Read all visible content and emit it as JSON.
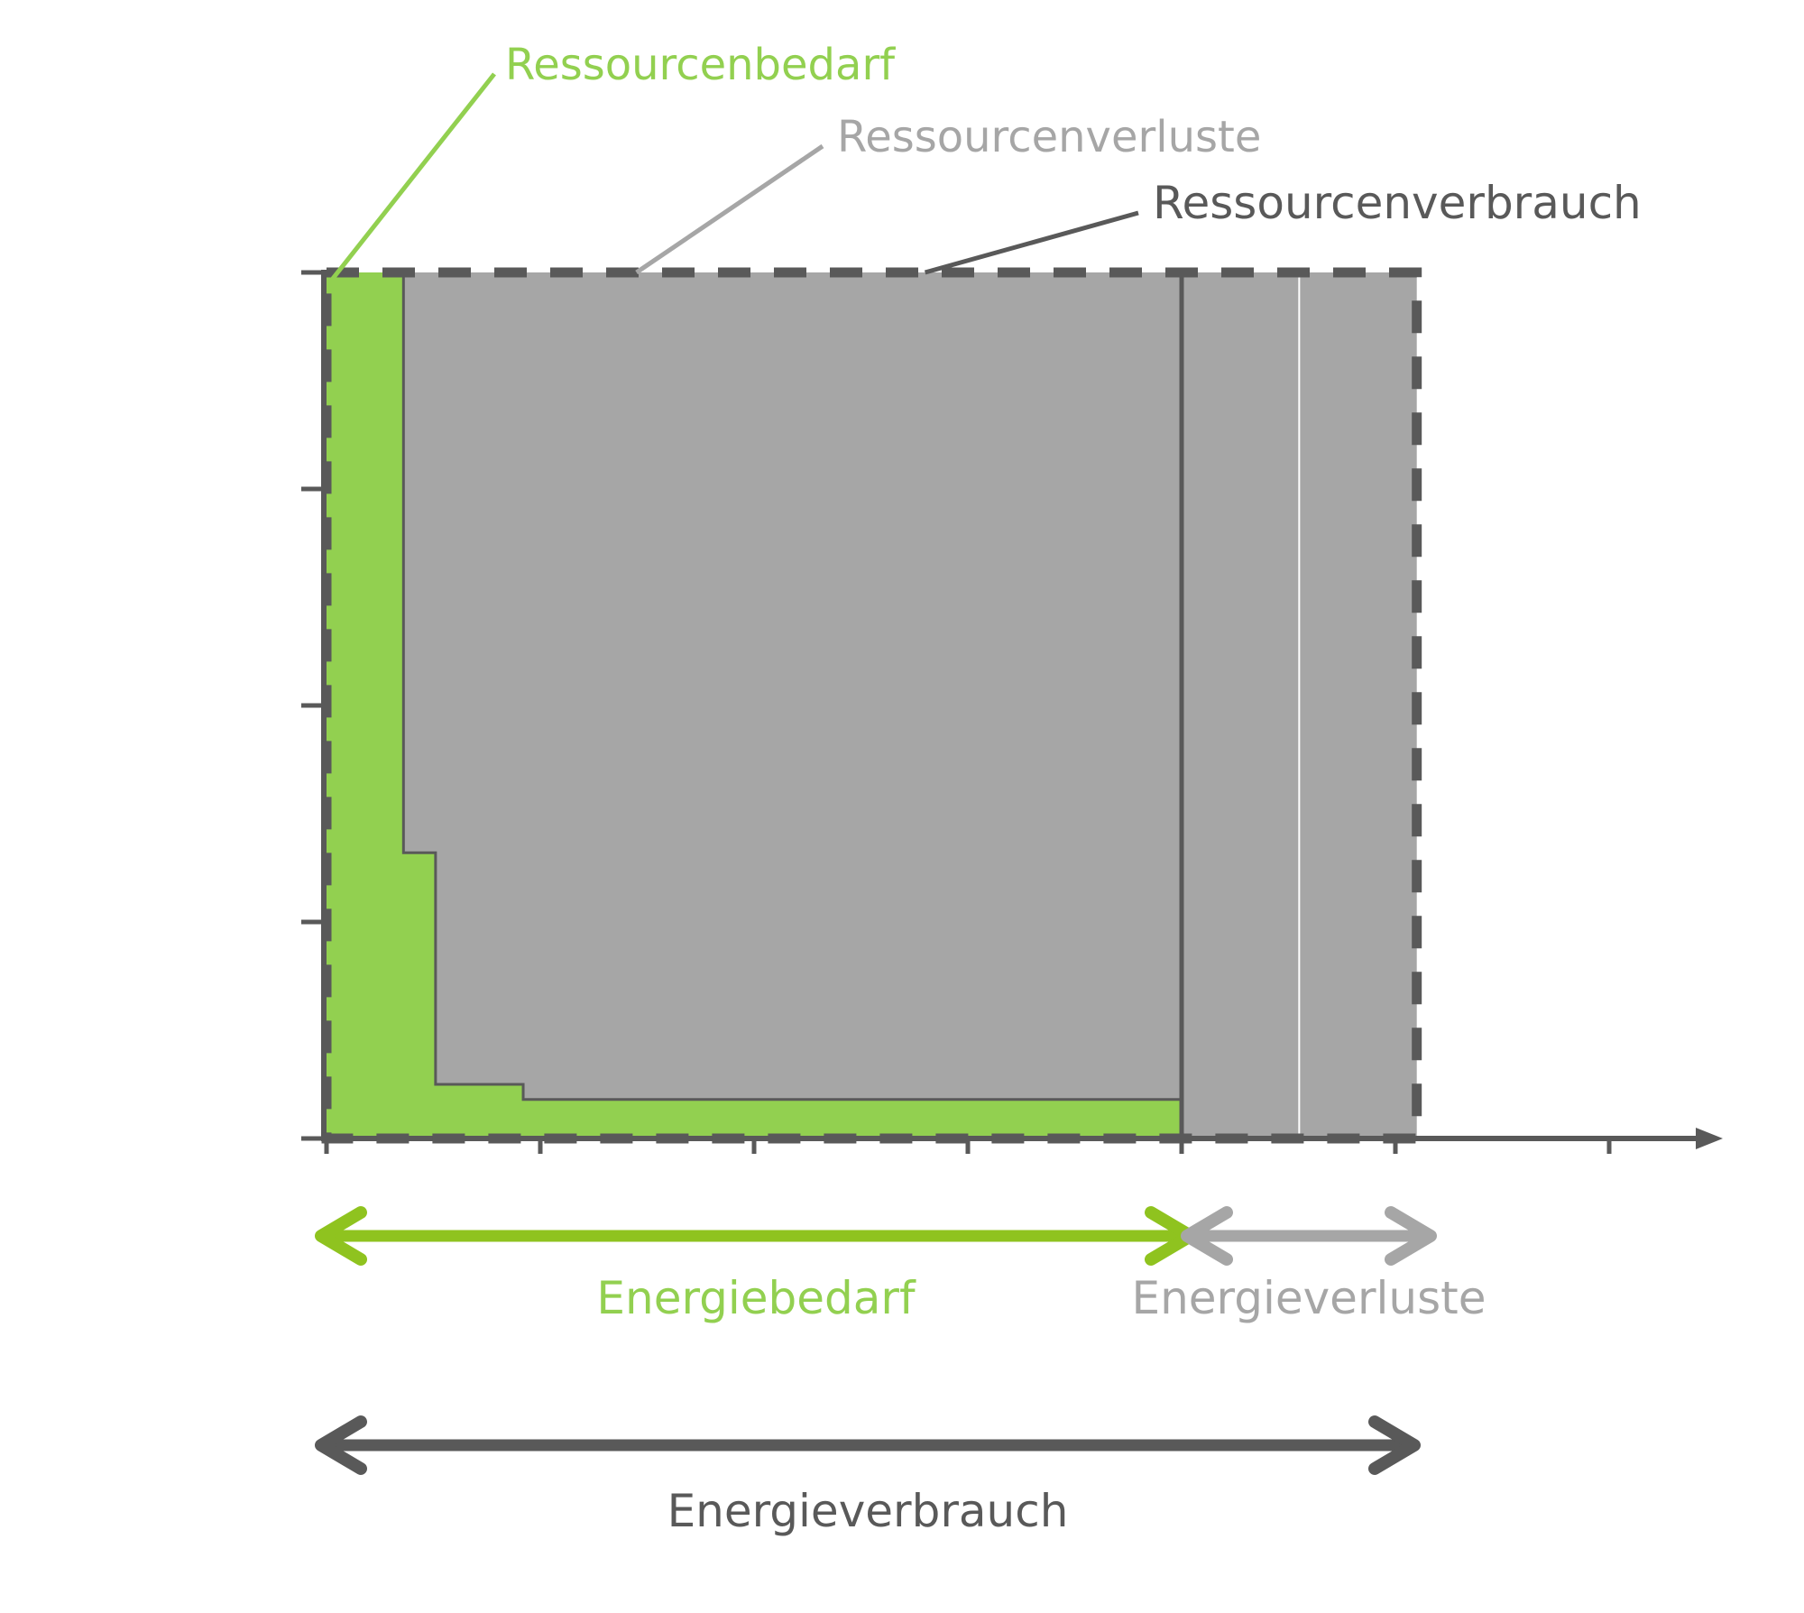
{
  "chart_data": {
    "type": "area",
    "title": "",
    "xlabel": "",
    "ylabel": "",
    "xlim": [
      0,
      6.5
    ],
    "ylim": [
      0,
      4
    ],
    "x_ticks": [
      0,
      1,
      2,
      3,
      4,
      5,
      6
    ],
    "y_ticks": [
      0,
      1,
      2,
      3,
      4
    ],
    "grid": false,
    "series": [
      {
        "name": "Ressourcenbedarf",
        "kind": "step-area",
        "color": "#92d050",
        "steps": [
          {
            "x0": 0,
            "x1": 0.36,
            "y": 4
          },
          {
            "x0": 0.36,
            "x1": 0.51,
            "y": 1.32
          },
          {
            "x0": 0.51,
            "x1": 0.92,
            "y": 0.25
          },
          {
            "x0": 0.92,
            "x1": 4.0,
            "y": 0.18
          }
        ]
      },
      {
        "name": "Ressourcenverluste",
        "kind": "area",
        "color": "#a6a6a6",
        "x_range": [
          0,
          5.1
        ],
        "y_range": [
          0,
          4
        ]
      },
      {
        "name": "Ressourcenverbrauch",
        "kind": "dashed-outline",
        "color": "#595959",
        "x_range": [
          0,
          5.1
        ],
        "y_range": [
          0,
          4
        ]
      }
    ],
    "dividers": [
      {
        "x": 4.0,
        "color": "#595959",
        "style": "solid"
      },
      {
        "x": 4.55,
        "color": "#ffffff",
        "style": "thin"
      }
    ],
    "annotations": [
      {
        "text": "Ressourcenbedarf",
        "color": "#92d050",
        "points_to": {
          "x": 0,
          "y": 4
        }
      },
      {
        "text": "Ressourcenverluste",
        "color": "#a6a6a6",
        "points_to": {
          "x": 1.45,
          "y": 4
        }
      },
      {
        "text": "Ressourcenverbrauch",
        "color": "#595959",
        "points_to": {
          "x": 2.8,
          "y": 4
        }
      }
    ],
    "spans": [
      {
        "label": "Energiebedarf",
        "color": "#8fc31f",
        "label_color": "#92d050",
        "from": 0,
        "to": 4.0,
        "row": 1
      },
      {
        "label": "Energieverluste",
        "color": "#a6a6a6",
        "label_color": "#a6a6a6",
        "from": 4.0,
        "to": 5.1,
        "row": 1
      },
      {
        "label": "Energieverbrauch",
        "color": "#595959",
        "label_color": "#595959",
        "from": 0,
        "to": 5.05,
        "row": 2
      }
    ]
  },
  "colors": {
    "axis": "#595959",
    "green": "#92d050",
    "green_arrow": "#8fc31f",
    "gray": "#a6a6a6",
    "dark": "#595959"
  }
}
